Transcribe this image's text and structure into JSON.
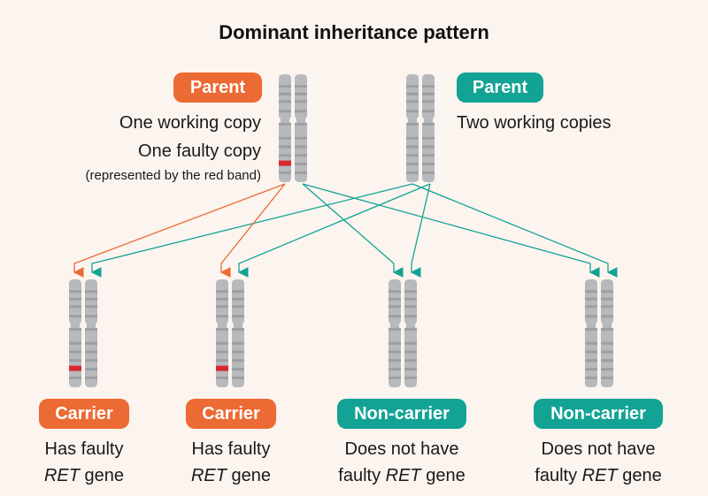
{
  "title": "Dominant inheritance pattern",
  "colors": {
    "orange": "#ec6a33",
    "teal": "#13a394",
    "chromosome": "#b7b9bd",
    "band": "#9d9fa3",
    "faulty_band": "#d8282f",
    "background": "#fcf4ef"
  },
  "parents": [
    {
      "label": "Parent",
      "color": "orange",
      "line1": "One working copy",
      "line2": "One faulty copy",
      "note": "(represented by the red band)"
    },
    {
      "label": "Parent",
      "color": "teal",
      "line1": "Two working copies"
    }
  ],
  "children": [
    {
      "label": "Carrier",
      "color": "orange",
      "line1": "Has faulty",
      "gene": "RET",
      "line2_suffix": " gene"
    },
    {
      "label": "Carrier",
      "color": "orange",
      "line1": "Has faulty",
      "gene": "RET",
      "line2_suffix": " gene"
    },
    {
      "label": "Non-carrier",
      "color": "teal",
      "line1": "Does not have",
      "line2_prefix": "faulty ",
      "gene": "RET",
      "line2_suffix": " gene"
    },
    {
      "label": "Non-carrier",
      "color": "teal",
      "line1": "Does not have",
      "line2_prefix": "faulty ",
      "gene": "RET",
      "line2_suffix": " gene"
    }
  ]
}
